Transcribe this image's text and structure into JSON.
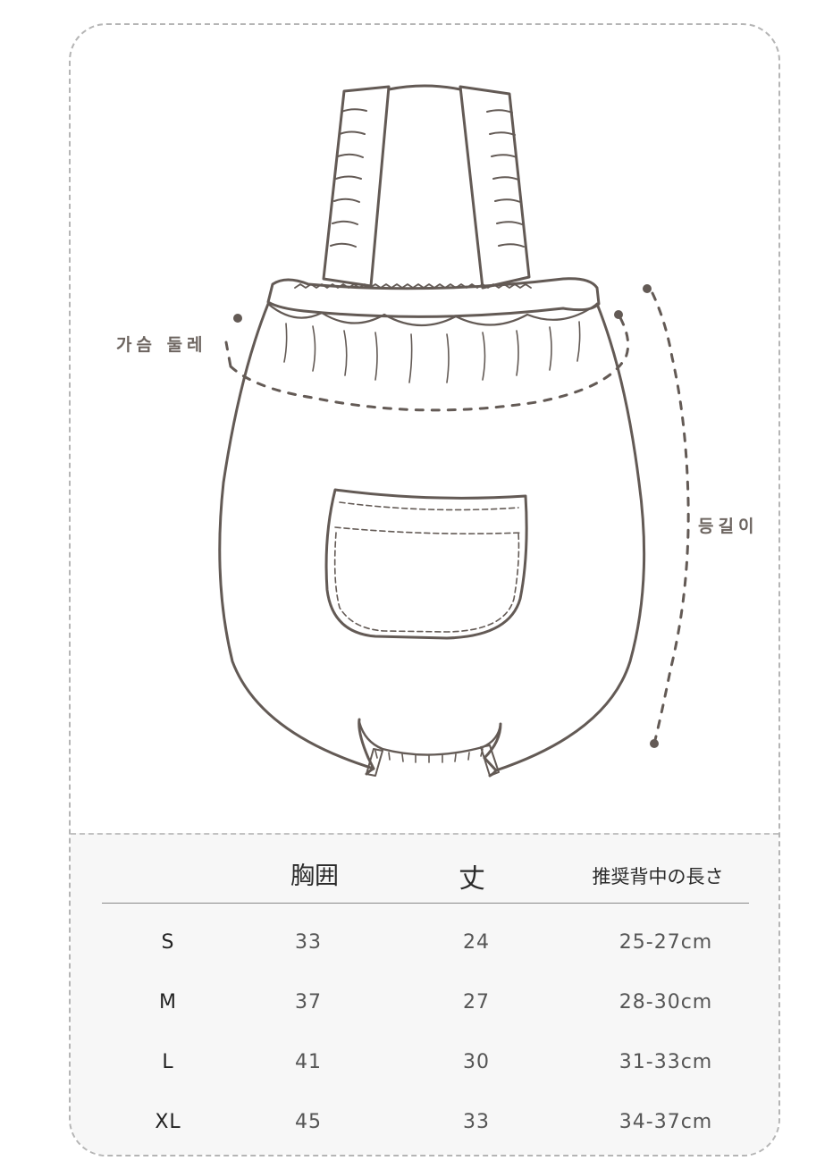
{
  "labels": {
    "chest": "가슴 둘레",
    "back_length": "등길이"
  },
  "table": {
    "headers": [
      "",
      "胸囲",
      "丈",
      "推奨背中の長さ"
    ],
    "rows": [
      {
        "size": "S",
        "chest": "33",
        "length": "24",
        "back": "25-27cm"
      },
      {
        "size": "M",
        "chest": "37",
        "length": "27",
        "back": "28-30cm"
      },
      {
        "size": "L",
        "chest": "41",
        "length": "30",
        "back": "31-33cm"
      },
      {
        "size": "XL",
        "chest": "45",
        "length": "33",
        "back": "34-37cm"
      }
    ]
  },
  "colors": {
    "line": "#635a55",
    "border": "#b5b5b5",
    "table_bg": "#f7f7f7"
  }
}
